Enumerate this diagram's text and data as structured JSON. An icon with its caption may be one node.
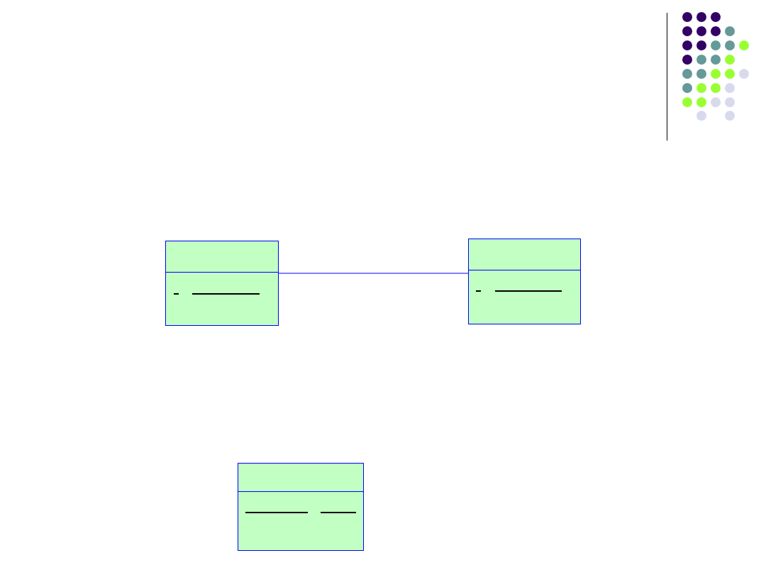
{
  "diagram": {
    "nodes": [
      {
        "text": [],
        "shape": "box"
      },
      {
        "text": [],
        "shape": "box"
      },
      {
        "text": [],
        "shape": "box"
      }
    ],
    "edges": [
      {
        "from": 0,
        "to": 1,
        "arrow": "none"
      }
    ]
  }
}
